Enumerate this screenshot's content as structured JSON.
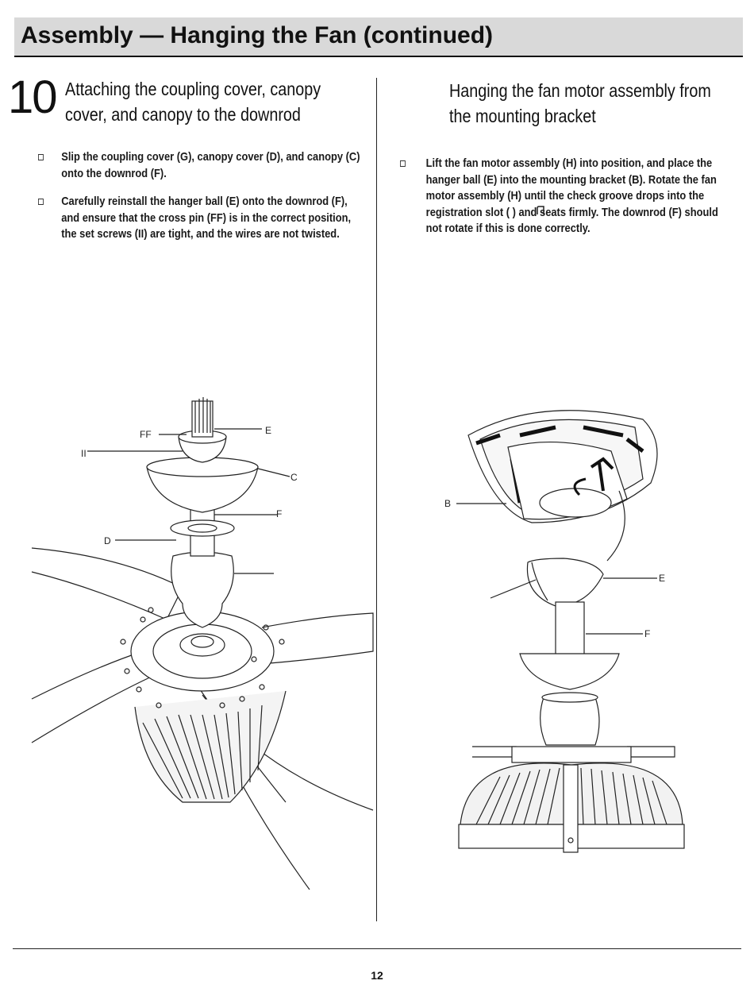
{
  "header": {
    "title": "Assembly — Hanging the Fan (continued)"
  },
  "step": {
    "number": "10",
    "heading": "Attaching the coupling cover, canopy cover, and canopy to the downrod",
    "bullets": [
      "Slip the coupling cover (G), canopy cover (D), and canopy (C) onto the downrod (F).",
      "Carefully reinstall the hanger ball (E) onto the downrod (F), and ensure that the cross pin (FF) is in the correct position, the set screws (II) are tight, and the wires are not twisted."
    ],
    "callouts": {
      "ff": "FF",
      "e": "E",
      "ii": "II",
      "c": "C",
      "f": "F",
      "d": "D"
    }
  },
  "right": {
    "heading": "Hanging the fan motor assembly from the mounting bracket",
    "bullets": [
      "Lift the fan motor assembly (H) into position, and place the hanger ball (E) into the mounting bracket (B). Rotate the fan motor assembly (H) until the check groove drops into the registration slot (     ) and seats firmly. The downrod (F) should not rotate if this is done correctly."
    ],
    "callouts": {
      "b": "B",
      "e": "E",
      "f": "F"
    }
  },
  "footer": {
    "page_number": "12"
  }
}
